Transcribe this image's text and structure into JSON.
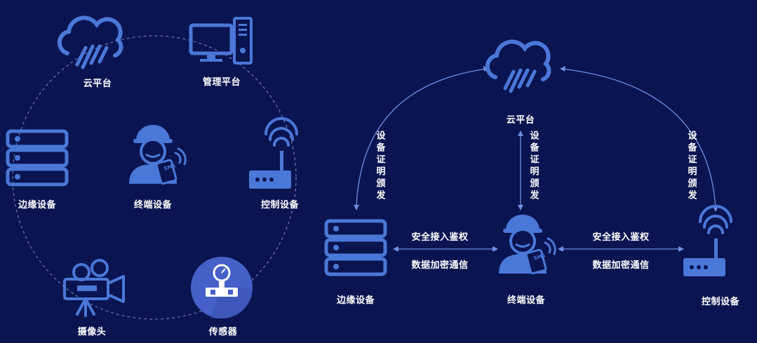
{
  "colors": {
    "background": "#0a1450",
    "icon_fill": "#4a78d8",
    "line": "#6f8fe0",
    "dashed_ring": "#7f93d0",
    "sensor_disc": "#4560c8",
    "label": "#ffffff"
  },
  "left_ring": {
    "nodes": {
      "cloud": {
        "label": "云平台",
        "icon": "cloud-rain-icon"
      },
      "mgmt": {
        "label": "管理平台",
        "icon": "desktop-computer-icon"
      },
      "edge": {
        "label": "边缘设备",
        "icon": "server-rack-icon"
      },
      "terminal": {
        "label": "终端设备",
        "icon": "worker-phone-icon"
      },
      "control": {
        "label": "控制设备",
        "icon": "wifi-router-icon"
      },
      "camera": {
        "label": "摄像头",
        "icon": "video-camera-icon"
      },
      "sensor": {
        "label": "传感器",
        "icon": "pressure-gauge-icon"
      }
    }
  },
  "right_flow": {
    "nodes": {
      "cloud": {
        "label": "云平台",
        "icon": "cloud-rain-icon"
      },
      "edge": {
        "label": "边缘设备",
        "icon": "server-rack-icon"
      },
      "terminal": {
        "label": "终端设备",
        "icon": "worker-phone-icon"
      },
      "control": {
        "label": "控制设备",
        "icon": "wifi-router-icon"
      }
    },
    "edges": {
      "cert_left": "设备证明颁发",
      "cert_center": "设备证明颁发",
      "cert_right": "设备证明颁发",
      "edge_term_top": "安全接入鉴权",
      "edge_term_bottom": "数据加密通信",
      "term_ctrl_top": "安全接入鉴权",
      "term_ctrl_bottom": "数据加密通信"
    }
  }
}
